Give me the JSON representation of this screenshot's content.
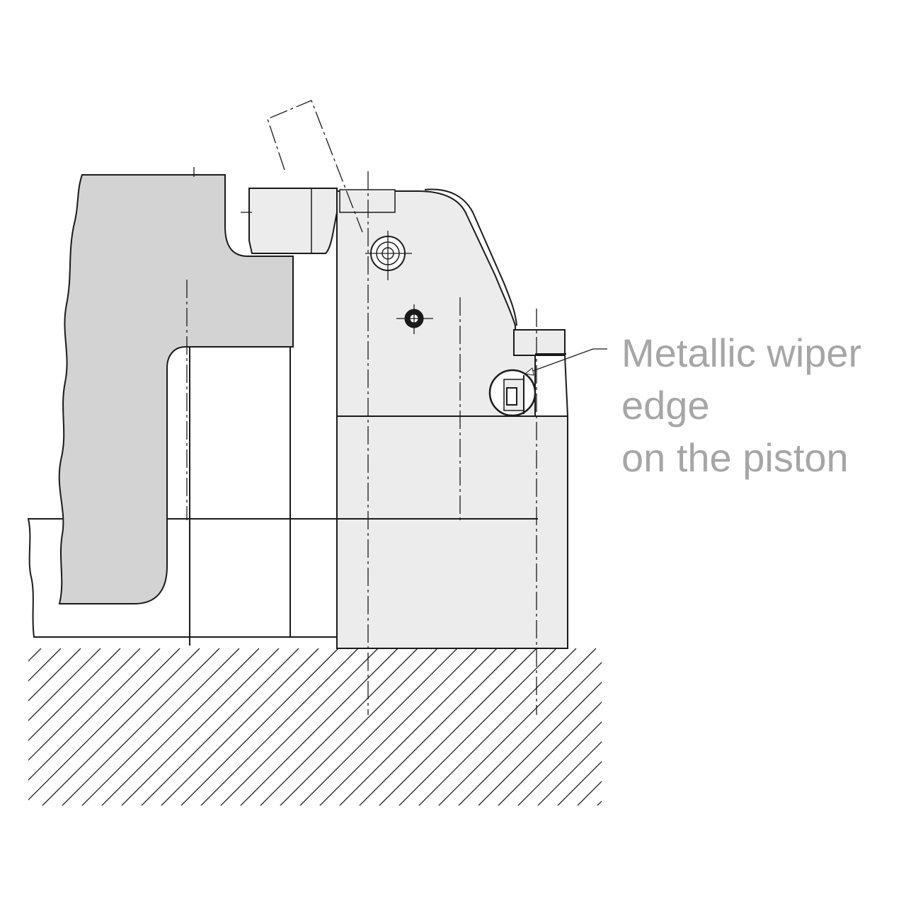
{
  "callout": {
    "lines": [
      "Metallic wiper",
      "edge",
      "on the piston"
    ]
  },
  "colors": {
    "stroke": "#1a1a1a",
    "fill_dark": "#d3d3d3",
    "fill_light": "#ececec",
    "label": "#a6a6a6"
  }
}
